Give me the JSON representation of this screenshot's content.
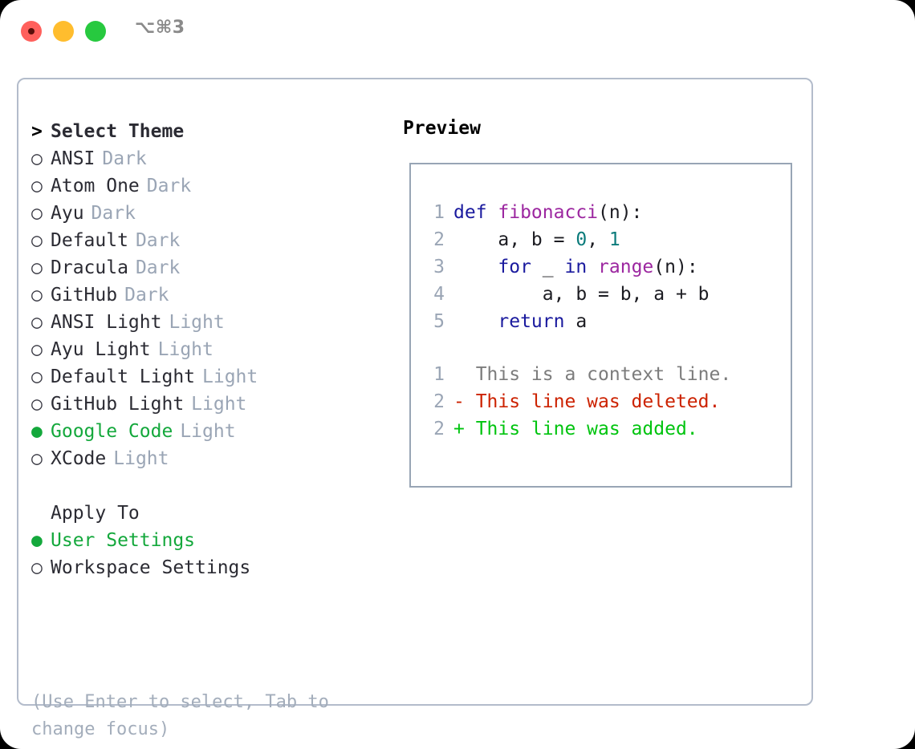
{
  "titlebar": {
    "shortcut": "⌥⌘3",
    "buttons": [
      {
        "name": "close",
        "color": "#ff605c"
      },
      {
        "name": "minimize",
        "color": "#ffbd2e"
      },
      {
        "name": "maximize",
        "color": "#27c93f"
      }
    ]
  },
  "theme_picker": {
    "header": {
      "marker": ">",
      "label": "Select Theme"
    },
    "items": [
      {
        "marker": "○",
        "label": "ANSI",
        "tag": "Dark",
        "selected": false
      },
      {
        "marker": "○",
        "label": "Atom One",
        "tag": "Dark",
        "selected": false
      },
      {
        "marker": "○",
        "label": "Ayu",
        "tag": "Dark",
        "selected": false
      },
      {
        "marker": "○",
        "label": "Default",
        "tag": "Dark",
        "selected": false
      },
      {
        "marker": "○",
        "label": "Dracula",
        "tag": "Dark",
        "selected": false
      },
      {
        "marker": "○",
        "label": "GitHub",
        "tag": "Dark",
        "selected": false
      },
      {
        "marker": "○",
        "label": "ANSI Light",
        "tag": "Light",
        "selected": false
      },
      {
        "marker": "○",
        "label": "Ayu Light",
        "tag": "Light",
        "selected": false
      },
      {
        "marker": "○",
        "label": "Default Light",
        "tag": "Light",
        "selected": false
      },
      {
        "marker": "○",
        "label": "GitHub Light",
        "tag": "Light",
        "selected": false
      },
      {
        "marker": "●",
        "label": "Google Code",
        "tag": "Light",
        "selected": true
      },
      {
        "marker": "○",
        "label": "XCode",
        "tag": "Light",
        "selected": false
      }
    ]
  },
  "apply_to": {
    "title": "Apply To",
    "options": [
      {
        "marker": "●",
        "label": "User Settings",
        "selected": true
      },
      {
        "marker": "○",
        "label": "Workspace Settings",
        "selected": false
      }
    ]
  },
  "hint": {
    "line1": "(Use Enter to select, Tab to",
    "line2": "change focus)"
  },
  "preview": {
    "title": "Preview",
    "code_lines": [
      {
        "n": "1",
        "tokens": [
          {
            "t": "def ",
            "c": "kw"
          },
          {
            "t": "fibonacci",
            "c": "fn"
          },
          {
            "t": "(n):",
            "c": "plain"
          }
        ]
      },
      {
        "n": "2",
        "tokens": [
          {
            "t": "    a, b = ",
            "c": "plain"
          },
          {
            "t": "0",
            "c": "num"
          },
          {
            "t": ", ",
            "c": "plain"
          },
          {
            "t": "1",
            "c": "num"
          }
        ]
      },
      {
        "n": "3",
        "tokens": [
          {
            "t": "    ",
            "c": "plain"
          },
          {
            "t": "for",
            "c": "kw"
          },
          {
            "t": " _ ",
            "c": "plain"
          },
          {
            "t": "in",
            "c": "kw"
          },
          {
            "t": " ",
            "c": "plain"
          },
          {
            "t": "range",
            "c": "fn"
          },
          {
            "t": "(n):",
            "c": "plain"
          }
        ]
      },
      {
        "n": "4",
        "tokens": [
          {
            "t": "        a, b = b, a + b",
            "c": "plain"
          }
        ]
      },
      {
        "n": "5",
        "tokens": [
          {
            "t": "    ",
            "c": "plain"
          },
          {
            "t": "return",
            "c": "kw"
          },
          {
            "t": " a",
            "c": "plain"
          }
        ]
      }
    ],
    "diff_lines": [
      {
        "n": "1",
        "sign": " ",
        "text": " This is a context line.",
        "kind": "ctx"
      },
      {
        "n": "2",
        "sign": "-",
        "text": " This line was deleted.",
        "kind": "del"
      },
      {
        "n": "2",
        "sign": "+",
        "text": " This line was added.",
        "kind": "add"
      }
    ]
  },
  "colors": {
    "accent_green": "#14a83c",
    "keyword_blue": "#1a1a9e",
    "function_purple": "#9c27a0",
    "number_teal": "#0b7b7b",
    "diff_added": "#00c40f",
    "diff_deleted": "#cc2200",
    "muted": "#9aa5b5",
    "border": "#b3bccb"
  }
}
